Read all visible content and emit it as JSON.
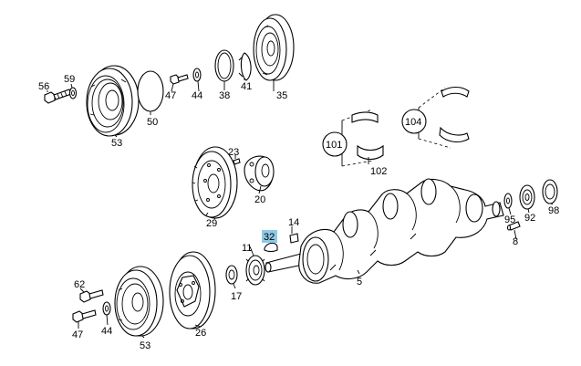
{
  "callouts": {
    "c56": "56",
    "c59": "59",
    "c47_top": "47",
    "c44_top": "44",
    "c38": "38",
    "c41": "41",
    "c35": "35",
    "c50": "50",
    "c53_top": "53",
    "c101": "101",
    "c102": "102",
    "c104": "104",
    "c23": "23",
    "c20": "20",
    "c29": "29",
    "c32": "32",
    "c14": "14",
    "c11": "11",
    "c17": "17",
    "c5": "5",
    "c95": "95",
    "c92": "92",
    "c98": "98",
    "c8": "8",
    "c62": "62",
    "c47_bottom": "47",
    "c44_bottom": "44",
    "c53_bottom": "53",
    "c26": "26"
  },
  "highlight": {
    "label": "32",
    "color": "#8ecae6"
  }
}
